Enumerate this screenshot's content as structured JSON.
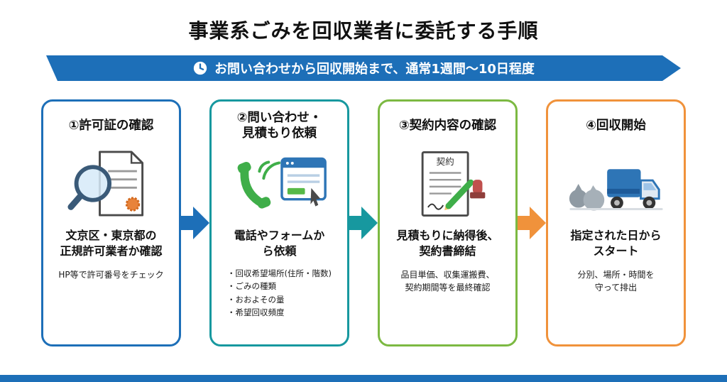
{
  "page": {
    "title": "事業系ごみを回収業者に委託する手順"
  },
  "banner": {
    "text": "お問い合わせから回収開始まで、通常1週間〜10日程度"
  },
  "colors": {
    "banner": "#1d6fb8",
    "step1": "#1d6fb8",
    "step2": "#17989f",
    "step3": "#7cb942",
    "step4": "#f0923b",
    "bottom_bar": "#1d6fb8"
  },
  "cards": [
    {
      "title": "①許可証の確認",
      "main": "文京区・東京都の\n正規許可業者か確認",
      "sub": "HP等で許可番号をチェック"
    },
    {
      "title": "②問い合わせ・\n見積もり依頼",
      "main": "電話やフォームか\nら依頼",
      "bullets": [
        "・回収希望場所(住所・階数)",
        "・ごみの種類",
        "・おおよその量",
        "・希望回収頻度"
      ]
    },
    {
      "title": "③契約内容の確認",
      "main": "見積もりに納得後、\n契約書締結",
      "sub": "品目単価、収集運搬費、\n契約期間等を最終確認",
      "contract_label": "契約"
    },
    {
      "title": "④回収開始",
      "main": "指定された日から\nスタート",
      "sub": "分別、場所・時間を\n守って排出"
    }
  ]
}
